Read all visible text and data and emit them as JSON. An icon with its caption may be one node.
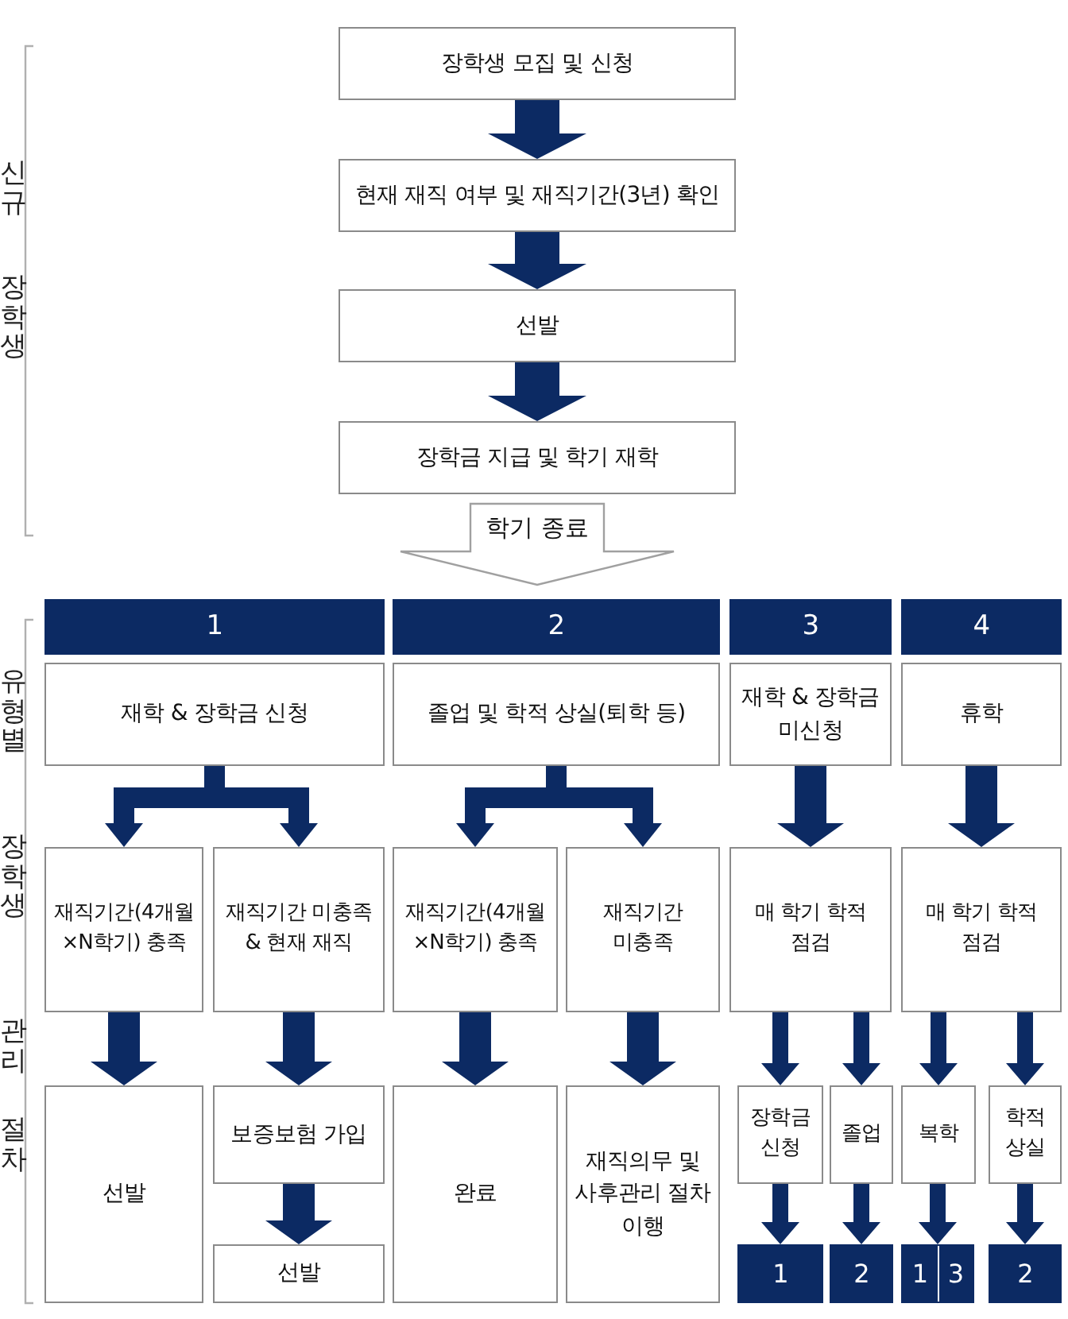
{
  "diagram": {
    "nodes": [
      {
        "text": [
          "장학생 모집 및 신청"
        ]
      },
      {
        "text": [
          "현재 재직 여부 및 재직기간(3년) 확인"
        ]
      },
      {
        "text": [
          "선발"
        ]
      },
      {
        "text": [
          "장학금 지급 및 학기 재학"
        ]
      },
      {
        "text": [
          "1"
        ]
      },
      {
        "text": [
          "2"
        ]
      },
      {
        "text": [
          "3"
        ]
      },
      {
        "text": [
          "4"
        ]
      },
      {
        "text": [
          "재학 & 장학금 신청"
        ]
      },
      {
        "text": [
          "졸업 및 학적 상실(퇴학 등)"
        ]
      },
      {
        "text": [
          "재학 & 장학금 미신청"
        ]
      },
      {
        "text": [
          "휴학"
        ]
      },
      {
        "text": [
          "재직기간(4개월 ×N학기) 충족"
        ]
      },
      {
        "text": [
          "재직기간 미충족 & 현재 재직"
        ]
      },
      {
        "text": [
          "재직기간(4개월 ×N학기) 충족"
        ]
      },
      {
        "text": [
          "재직기간 미충족"
        ]
      },
      {
        "text": [
          "매 학기 학적 점검"
        ]
      },
      {
        "text": [
          "매 학기 학적 점검"
        ]
      },
      {
        "text": [
          "선발"
        ]
      },
      {
        "text": [
          "보증보험 가입"
        ]
      },
      {
        "text": [
          "완료"
        ]
      },
      {
        "text": [
          "재직의무 및 사후관리 절차 이행"
        ]
      },
      {
        "text": [
          "장학금 신청"
        ]
      },
      {
        "text": [
          "졸업"
        ]
      },
      {
        "text": [
          "복학"
        ]
      },
      {
        "text": [
          "학적 상실"
        ]
      },
      {
        "text": [
          "선발"
        ]
      },
      {
        "text": [
          "1"
        ]
      },
      {
        "text": [
          "2"
        ]
      },
      {
        "text": [
          "1",
          "3"
        ]
      },
      {
        "text": [
          "2"
        ]
      }
    ],
    "edges": [
      {
        "from": 0,
        "to": 1,
        "arrow": "to",
        "style": "thick"
      },
      {
        "from": 1,
        "to": 2,
        "arrow": "to",
        "style": "thick"
      },
      {
        "from": 2,
        "to": 3,
        "arrow": "to",
        "style": "thick"
      },
      {
        "from": 3,
        "to": null,
        "arrow": "to",
        "label": "학기 종료",
        "color": "#ffffff"
      },
      {
        "from": 8,
        "to": 12,
        "arrow": "to"
      },
      {
        "from": 8,
        "to": 13,
        "arrow": "to"
      },
      {
        "from": 9,
        "to": 14,
        "arrow": "to"
      },
      {
        "from": 9,
        "to": 15,
        "arrow": "to"
      },
      {
        "from": 10,
        "to": 16,
        "arrow": "to"
      },
      {
        "from": 11,
        "to": 17,
        "arrow": "to"
      },
      {
        "from": 12,
        "to": 18,
        "arrow": "to"
      },
      {
        "from": 13,
        "to": 19,
        "arrow": "to"
      },
      {
        "from": 14,
        "to": 20,
        "arrow": "to"
      },
      {
        "from": 15,
        "to": 21,
        "arrow": "to"
      },
      {
        "from": 16,
        "to": 22,
        "arrow": "to"
      },
      {
        "from": 16,
        "to": 23,
        "arrow": "to"
      },
      {
        "from": 17,
        "to": 24,
        "arrow": "to"
      },
      {
        "from": 17,
        "to": 25,
        "arrow": "to"
      },
      {
        "from": 19,
        "to": 26,
        "arrow": "to"
      },
      {
        "from": 22,
        "to": 27,
        "arrow": "to"
      },
      {
        "from": 23,
        "to": 28,
        "arrow": "to"
      },
      {
        "from": 24,
        "to": 29,
        "arrow": "to"
      },
      {
        "from": 25,
        "to": 30,
        "arrow": "to"
      }
    ],
    "labels": [
      "신규",
      "장학생",
      "유형별",
      "장학생",
      "관리",
      "절차"
    ]
  }
}
